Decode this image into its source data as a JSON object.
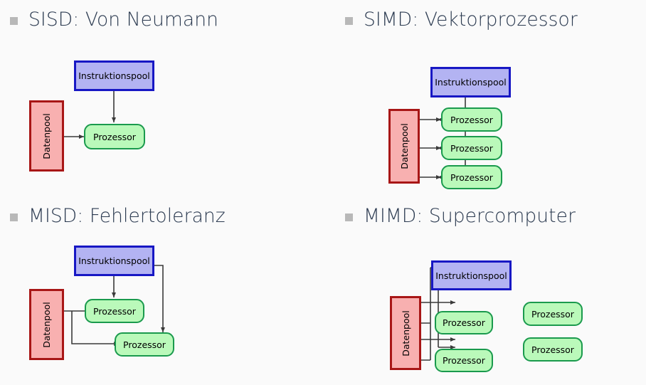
{
  "slide": {
    "background_color": "#fafafa",
    "bullet_color": "#b8b8b8",
    "heading_color": "#2b3a50"
  },
  "palette": {
    "instruction_fill": "#b3b3f2",
    "instruction_border": "#1717c4",
    "data_fill": "#f8b0b0",
    "data_border": "#a81616",
    "processor_fill": "#baf9ba",
    "processor_border": "#1a9a4d",
    "arrow_color": "#3a3a3a"
  },
  "labels": {
    "instruction_pool": "Instruktionspool",
    "data_pool": "Datenpool",
    "processor": "Prozessor"
  },
  "quadrants": [
    {
      "id": "sisd",
      "title": "SISD: Von Neumann",
      "instruction_pool": "Instruktionspool",
      "data_pool": "Datenpool",
      "processors": [
        "Prozessor"
      ]
    },
    {
      "id": "simd",
      "title": "SIMD: Vektorprozessor",
      "instruction_pool": "Instruktionspool",
      "data_pool": "Datenpool",
      "processors": [
        "Prozessor",
        "Prozessor",
        "Prozessor"
      ]
    },
    {
      "id": "misd",
      "title": "MISD: Fehlertoleranz",
      "instruction_pool": "Instruktionspool",
      "data_pool": "Datenpool",
      "processors": [
        "Prozessor",
        "Prozessor"
      ]
    },
    {
      "id": "mimd",
      "title": "MIMD: Supercomputer",
      "instruction_pool": "Instruktionspool",
      "data_pool": "Datenpool",
      "processors": [
        "Prozessor",
        "Prozessor",
        "Prozessor",
        "Prozessor"
      ]
    }
  ]
}
